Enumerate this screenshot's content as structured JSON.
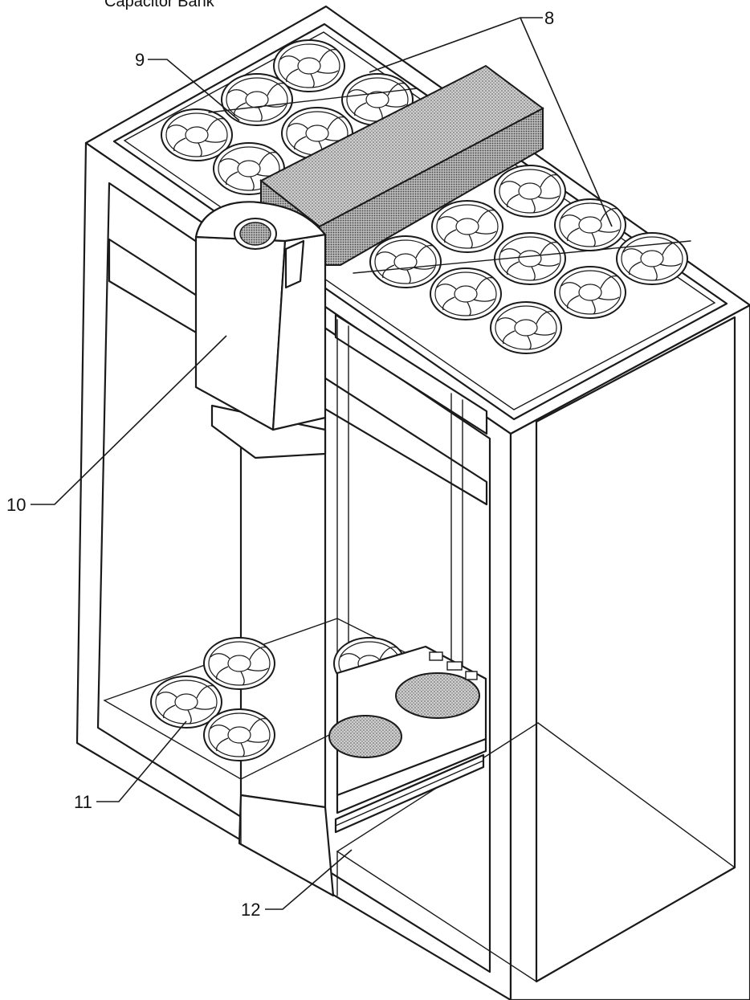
{
  "header": {
    "caption": "Capacitor Bank"
  },
  "callouts": [
    {
      "id": "8",
      "label": "8"
    },
    {
      "id": "9",
      "label": "9"
    },
    {
      "id": "10",
      "label": "10"
    },
    {
      "id": "11",
      "label": "11"
    },
    {
      "id": "12",
      "label": "12"
    }
  ],
  "colors": {
    "ink": "#1a1a1a",
    "paper": "#ffffff",
    "stipple": "#9a9a9a"
  }
}
